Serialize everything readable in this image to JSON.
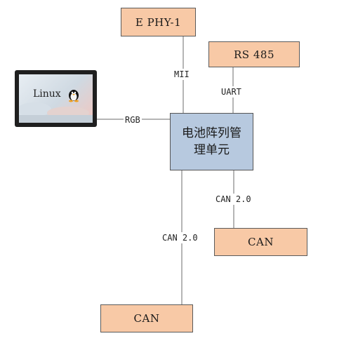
{
  "diagram": {
    "center_unit": "电池阵列管理单元",
    "nodes": {
      "ephy": "E PHY-1",
      "rs485": "RS 485",
      "can_right": "CAN",
      "can_bottom": "CAN"
    },
    "edges": {
      "mii": "MII",
      "uart": "UART",
      "rgb": "RGB",
      "can_right": "CAN 2.0",
      "can_bottom": "CAN 2.0"
    },
    "display": {
      "logo": "Linux"
    }
  },
  "colors": {
    "peripheral_fill": "#f8c9a6",
    "center_fill": "#b7c9df",
    "line": "#6b6b6b"
  }
}
